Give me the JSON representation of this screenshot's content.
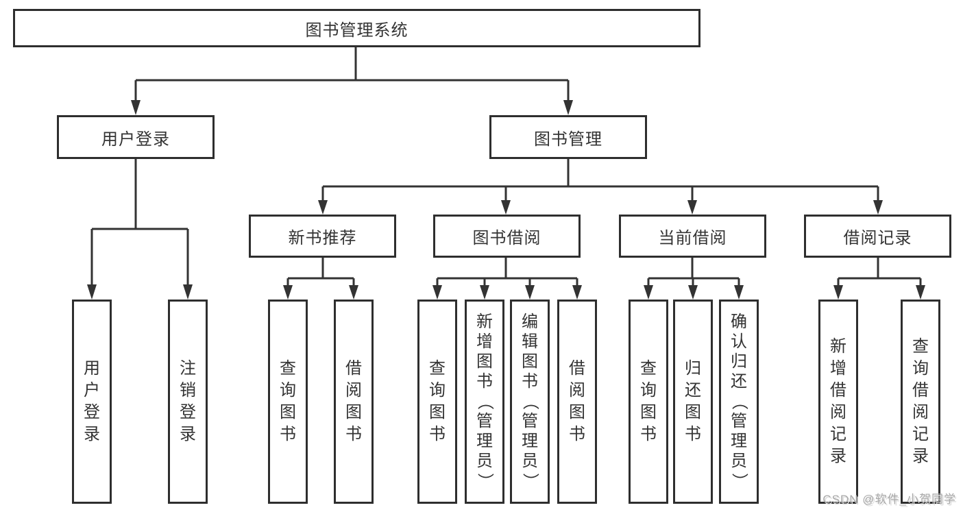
{
  "diagram": {
    "title": "图书管理系统",
    "level2": [
      {
        "label": "用户登录"
      },
      {
        "label": "图书管理"
      }
    ],
    "level3": [
      {
        "label": "新书推荐"
      },
      {
        "label": "图书借阅"
      },
      {
        "label": "当前借阅"
      },
      {
        "label": "借阅记录"
      }
    ],
    "leafGroups": [
      {
        "parent": "用户登录",
        "children": [
          "用户登录",
          "注销登录"
        ]
      },
      {
        "parent": "新书推荐",
        "children": [
          "查询图书",
          "借阅图书"
        ]
      },
      {
        "parent": "图书借阅",
        "children": [
          "查询图书",
          "新增图书（管理员）",
          "编辑图书（管理员）",
          "借阅图书"
        ]
      },
      {
        "parent": "当前借阅",
        "children": [
          "查询图书",
          "归还图书",
          "确认归还（管理员）"
        ]
      },
      {
        "parent": "借阅记录",
        "children": [
          "新增借阅记录",
          "查询借阅记录"
        ]
      }
    ],
    "watermark": "CSDN @软件_小贺同学",
    "colors": {
      "line": "#333333",
      "border": "#2e2e2e",
      "fill": "#ffffff",
      "text": "#333333",
      "watermark": "#a9a9a9"
    }
  }
}
